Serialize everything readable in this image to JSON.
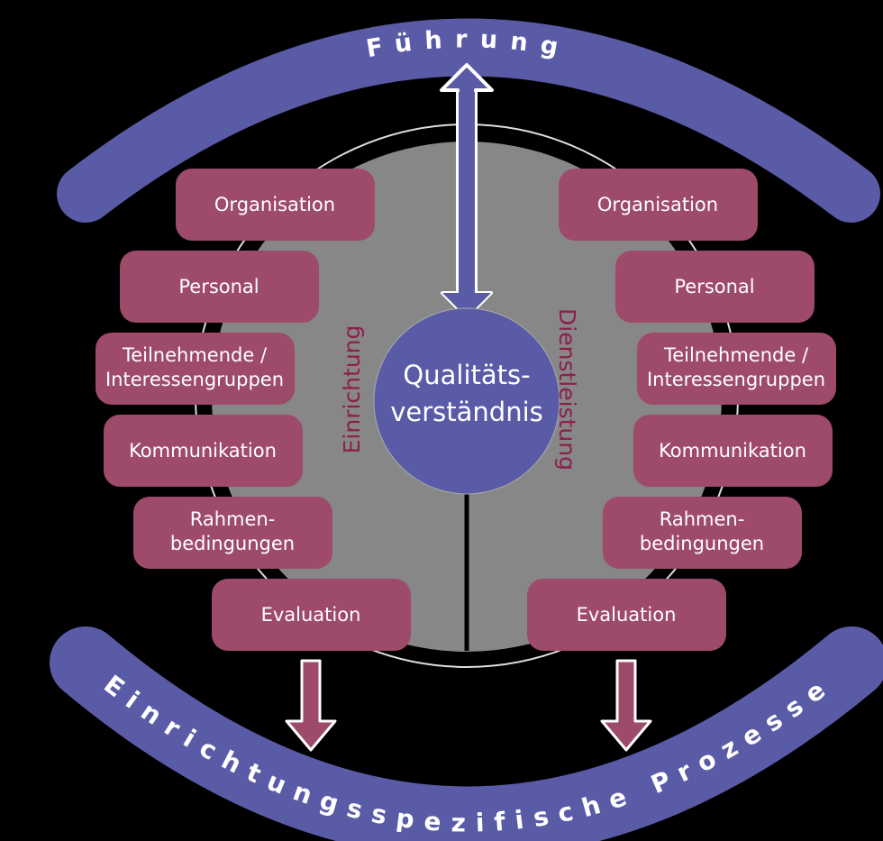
{
  "top_band": {
    "label": "Führung"
  },
  "bottom_band": {
    "label": "Einrichtungsspezifische Prozesse"
  },
  "center": {
    "line1": "Qualitäts-",
    "line2": "verständnis"
  },
  "left_side_label": "Einrichtung",
  "right_side_label": "Dienstleistung",
  "left_boxes": [
    {
      "lines": [
        "Organisation"
      ]
    },
    {
      "lines": [
        "Personal"
      ]
    },
    {
      "lines": [
        "Teilnehmende /",
        "Interessengruppen"
      ]
    },
    {
      "lines": [
        "Kommunikation"
      ]
    },
    {
      "lines": [
        "Rahmen-",
        "bedingungen"
      ]
    },
    {
      "lines": [
        "Evaluation"
      ]
    }
  ],
  "right_boxes": [
    {
      "lines": [
        "Organisation"
      ]
    },
    {
      "lines": [
        "Personal"
      ]
    },
    {
      "lines": [
        "Teilnehmende /",
        "Interessengruppen"
      ]
    },
    {
      "lines": [
        "Kommunikation"
      ]
    },
    {
      "lines": [
        "Rahmen-",
        "bedingungen"
      ]
    },
    {
      "lines": [
        "Evaluation"
      ]
    }
  ],
  "colors": {
    "blue": "#5a5ba6",
    "box": "#9e4a6a",
    "grey": "#878787",
    "side_text": "#8c1f4c"
  }
}
